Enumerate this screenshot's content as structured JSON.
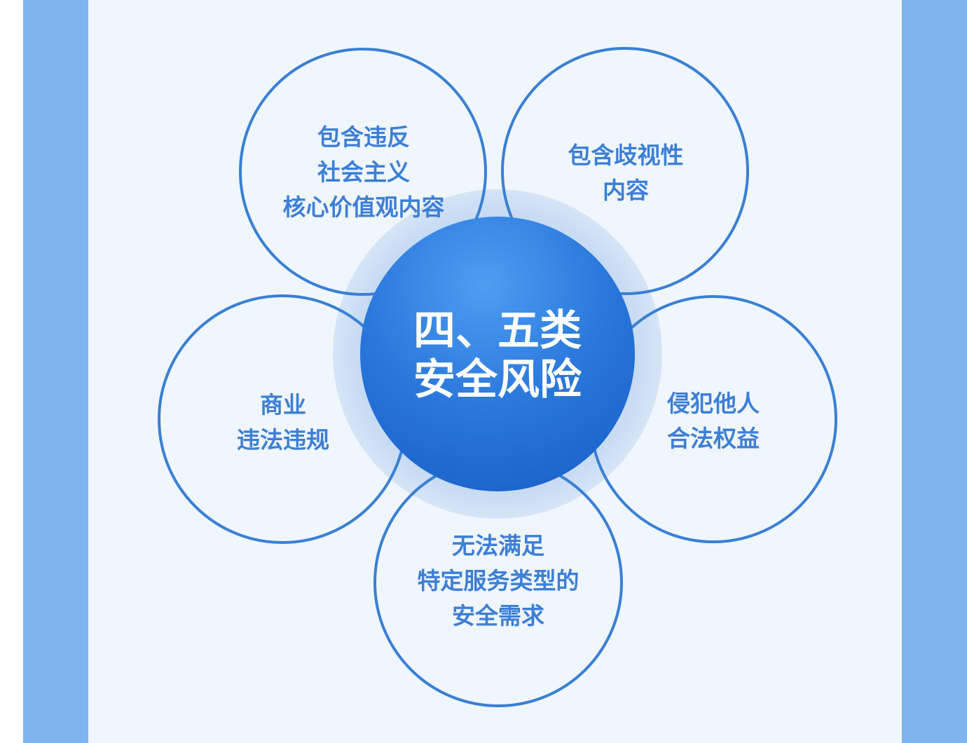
{
  "colors": {
    "side_band": "#7db4ee",
    "panel_bg": "#f0f6fd",
    "circle_stroke": "#3a7fd5",
    "label_text": "#3c7fd6",
    "center_ball_top": "#4a9af0",
    "center_ball_bottom": "#1c68d1",
    "center_halo": "#c9ddf4"
  },
  "center": {
    "title_line1": "四、五类",
    "title_line2": "安全风险"
  },
  "risks": [
    {
      "id": "core-values",
      "lines": [
        "包含违反",
        "社会主义",
        "核心价值观内容"
      ]
    },
    {
      "id": "discrimination",
      "lines": [
        "包含歧视性",
        "内容"
      ]
    },
    {
      "id": "commercial-violation",
      "lines": [
        "商业",
        "违法违规"
      ]
    },
    {
      "id": "infringement",
      "lines": [
        "侵犯他人",
        "合法权益"
      ]
    },
    {
      "id": "service-requirements",
      "lines": [
        "无法满足",
        "特定服务类型的",
        "安全需求"
      ]
    }
  ]
}
